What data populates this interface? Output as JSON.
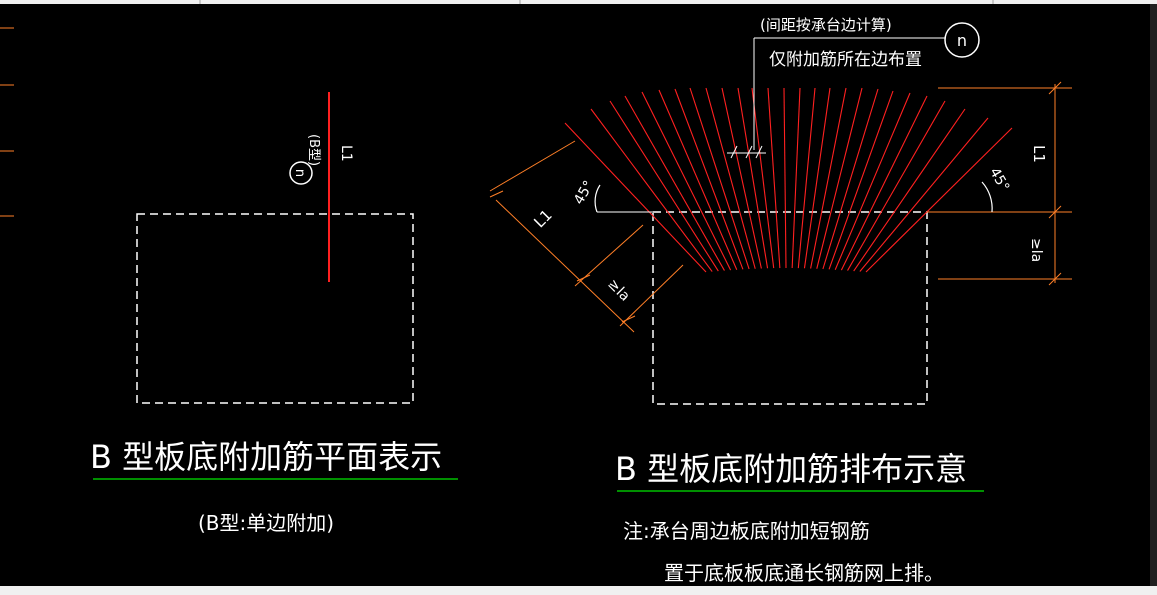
{
  "colors": {
    "background": "#000000",
    "outline": "#ffffff",
    "rebar": "#ff2020",
    "dimension": "#ff7f27",
    "underline": "#00c000",
    "bottom_bar": "#f0f0f0"
  },
  "left_view": {
    "title": "B 型板底附加筋平面表示",
    "subtitle": "(B型:单边附加)",
    "label_type": "(B型)",
    "label_n": "n",
    "label_L1": "L1"
  },
  "right_view": {
    "title": "B 型板底附加筋排布示意",
    "callout_spacing": "(间距按承台边计算)",
    "callout_location": "仅附加筋所在边布置",
    "label_n": "n",
    "label_L1_top": "L1",
    "label_L1_diag": "L1",
    "angle_left": "45°",
    "angle_right": "45°",
    "dim_left": "≥la",
    "dim_right": "≥la",
    "note_line1": "注:承台周边板底附加短钢筋",
    "note_line2": "置于底板板底通长钢筋网上排。"
  }
}
